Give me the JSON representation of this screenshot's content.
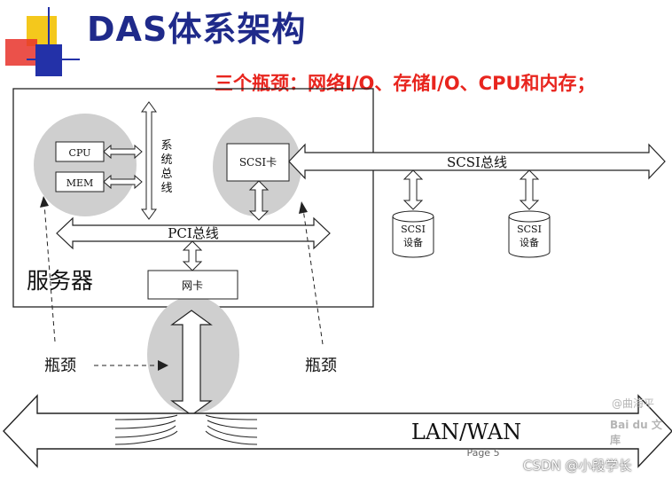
{
  "slide": {
    "title": "DAS体系架构",
    "subtitle": "三个瓶颈：网络I/O、存储I/O、CPU和内存；",
    "page_label": "Page 5"
  },
  "diagram": {
    "server_label": "服务器",
    "cpu": "CPU",
    "mem": "MEM",
    "system_bus": [
      "系",
      "统",
      "总",
      "线"
    ],
    "scsi_card": "SCSI卡",
    "scsi_bus": "SCSI总线",
    "pci_bus": "PCI总线",
    "nic": "网卡",
    "scsi_device_1": [
      "SCSI",
      "设备"
    ],
    "scsi_device_2": [
      "SCSI",
      "设备"
    ],
    "bottleneck_left": "瓶颈",
    "bottleneck_right": "瓶颈",
    "lan_wan": "LAN/WAN"
  },
  "watermarks": {
    "baidu_author": "@曲海平",
    "baidu_brand": "Bai du 文库",
    "csdn": "CSDN @小段学长"
  },
  "colors": {
    "title": "#1f2a8a",
    "subtitle": "#e8251e",
    "bottleneck_highlight": "#cfcfcf",
    "logo_yellow": "#f4c81c",
    "logo_red": "#e8322a",
    "logo_blue": "#2331a8"
  }
}
